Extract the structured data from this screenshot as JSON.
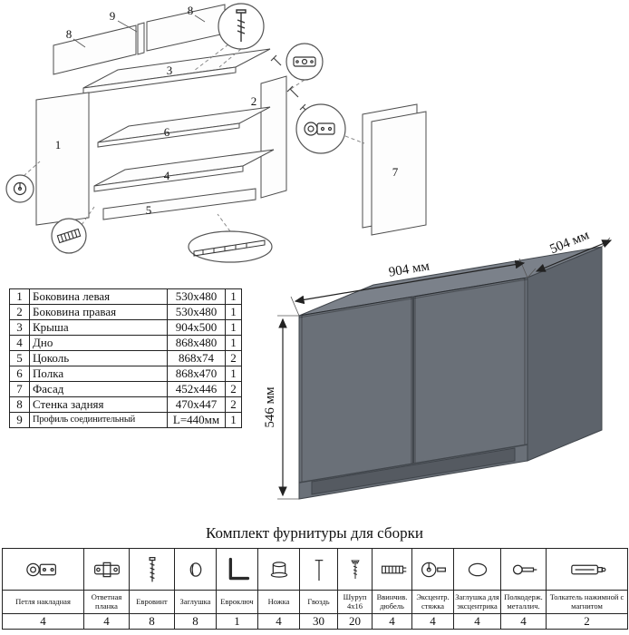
{
  "exploded": {
    "labels": {
      "p9": "9",
      "p8a": "8",
      "p8b": "8",
      "p3": "3",
      "p1": "1",
      "p2": "2",
      "p6": "6",
      "p4": "4",
      "p5": "5",
      "p7": "7"
    }
  },
  "parts_table": {
    "rows": [
      {
        "num": "1",
        "name": "Боковина левая",
        "size": "530x480",
        "qty": "1"
      },
      {
        "num": "2",
        "name": "Боковина правая",
        "size": "530x480",
        "qty": "1"
      },
      {
        "num": "3",
        "name": "Крыша",
        "size": "904x500",
        "qty": "1"
      },
      {
        "num": "4",
        "name": "Дно",
        "size": "868x480",
        "qty": "1"
      },
      {
        "num": "5",
        "name": "Цоколь",
        "size": "868x74",
        "qty": "2"
      },
      {
        "num": "6",
        "name": "Полка",
        "size": "868x470",
        "qty": "1"
      },
      {
        "num": "7",
        "name": "Фасад",
        "size": "452x446",
        "qty": "2"
      },
      {
        "num": "8",
        "name": "Стенка задняя",
        "size": "470x447",
        "qty": "2"
      },
      {
        "num": "9",
        "name": "Профиль соединительный",
        "size": "L=440мм",
        "qty": "1"
      }
    ]
  },
  "cabinet": {
    "width_label": "904 мм",
    "depth_label": "504 мм",
    "height_label": "546 мм",
    "top_color": "#7b818a",
    "side_color": "#5d636b",
    "body_color": "#6a7078",
    "plinth_color": "#555a61"
  },
  "hardware": {
    "title": "Комплект фурнитуры для сборки",
    "items": [
      {
        "name": "Петля накладная",
        "qty": "4",
        "icon": "hinge-icon"
      },
      {
        "name": "Ответная планка",
        "qty": "4",
        "icon": "strike-plate-icon"
      },
      {
        "name": "Евровинт",
        "qty": "8",
        "icon": "confirmat-icon"
      },
      {
        "name": "Заглушка",
        "qty": "8",
        "icon": "cap-icon"
      },
      {
        "name": "Евроключ",
        "qty": "1",
        "icon": "hex-key-icon"
      },
      {
        "name": "Ножка",
        "qty": "4",
        "icon": "foot-icon"
      },
      {
        "name": "Гвоздь",
        "qty": "30",
        "icon": "nail-icon"
      },
      {
        "name": "Шуруп 4x16",
        "qty": "20",
        "icon": "screw-icon"
      },
      {
        "name": "Ввинчив. дюбель",
        "qty": "4",
        "icon": "screw-dowel-icon"
      },
      {
        "name": "Эксцентр. стяжка",
        "qty": "4",
        "icon": "cam-lock-icon"
      },
      {
        "name": "Заглушка для эксцентрика",
        "qty": "4",
        "icon": "cam-cap-icon"
      },
      {
        "name": "Полкодерж. металлич.",
        "qty": "4",
        "icon": "shelf-pin-icon"
      },
      {
        "name": "Толкатель нажимной с магнитом",
        "qty": "2",
        "icon": "push-opener-icon"
      }
    ]
  }
}
